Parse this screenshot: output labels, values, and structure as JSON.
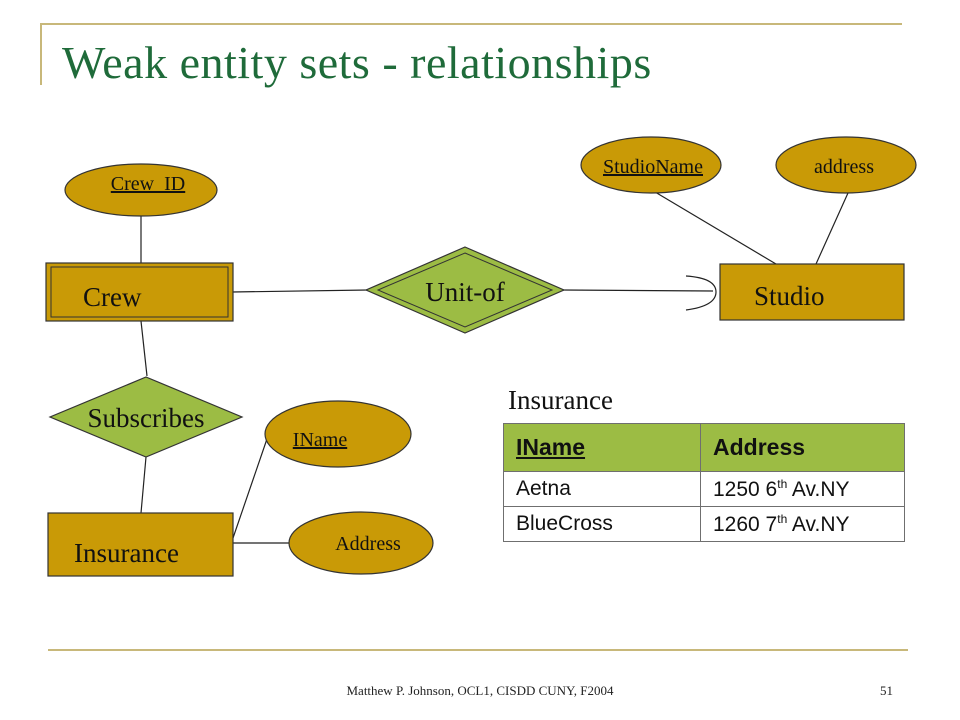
{
  "slide": {
    "title": "Weak entity sets - relationships",
    "footer": "Matthew P. Johnson, OCL1, CISDD CUNY, F2004",
    "page_number": "51"
  },
  "diagram": {
    "entities": {
      "crew": "Crew",
      "studio": "Studio",
      "insurance": "Insurance"
    },
    "relationships": {
      "unit_of": "Unit-of",
      "subscribes": "Subscribes"
    },
    "attributes": {
      "crew_id": "Crew_ID",
      "studio_name": "StudioName",
      "studio_address": "address",
      "iname": "IName",
      "ins_address": "Address"
    }
  },
  "table": {
    "caption": "Insurance",
    "headers": [
      "IName",
      "Address"
    ],
    "rows": [
      {
        "name": "Aetna",
        "addr_num": "1250 6",
        "addr_sup": "th",
        "addr_rest": " Av.NY"
      },
      {
        "name": "BlueCross",
        "addr_num": "1260 7",
        "addr_sup": "th",
        "addr_rest": " Av.NY"
      }
    ]
  },
  "colors": {
    "entity_fill": "#c99a06",
    "relationship_fill": "#9cbc44",
    "title": "#1f6b3a",
    "rule": "#c8b87a"
  }
}
